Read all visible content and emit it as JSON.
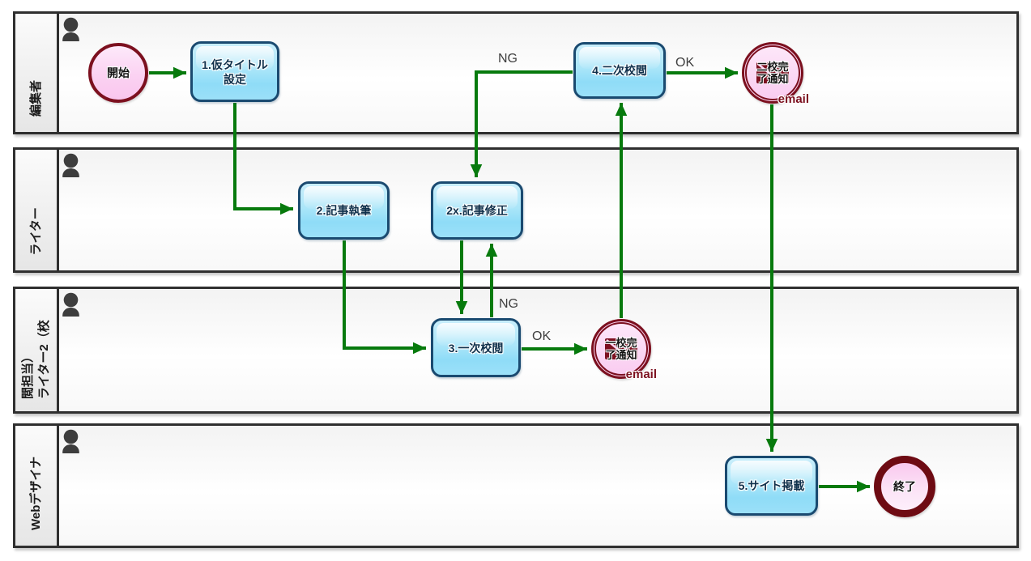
{
  "diagram": {
    "lanes": [
      {
        "label": "編集者",
        "label_lines": [
          "編集者"
        ]
      },
      {
        "label": "ライター",
        "label_lines": [
          "ライター"
        ]
      },
      {
        "label": "ライター2（校閲担当）",
        "label_lines": [
          "ライター2（校",
          "閲担当）"
        ]
      },
      {
        "label": "Webデザイナ",
        "label_lines": [
          "Webデザイナ"
        ]
      }
    ],
    "nodes": {
      "start": {
        "label": "開始"
      },
      "task1": {
        "label": "1.仮タイトル設定"
      },
      "task2": {
        "label": "2.記事執筆"
      },
      "task2x": {
        "label": "2x.記事修正"
      },
      "task3": {
        "label": "3.一次校閲"
      },
      "task4": {
        "label": "4.二次校閲"
      },
      "task5": {
        "label": "5.サイト掲載"
      },
      "email1": {
        "label": "一校完了通知",
        "badge": "email"
      },
      "email2": {
        "label": "二校完了通知",
        "badge": "email"
      },
      "end": {
        "label": "終了"
      }
    },
    "edge_labels": {
      "ng_top": "NG",
      "ok_top": "OK",
      "ng_mid": "NG",
      "ok_mid": "OK"
    },
    "colors": {
      "arrow_green": "#077a0d",
      "event_maroon": "#7c101f",
      "end_border": "#6e0b13",
      "event_pink": "#fbd6f3",
      "task_border_navy": "#1a4a70",
      "task_fill_blue": "#a9e5f9",
      "lane_border": "#2f2f2f"
    }
  }
}
